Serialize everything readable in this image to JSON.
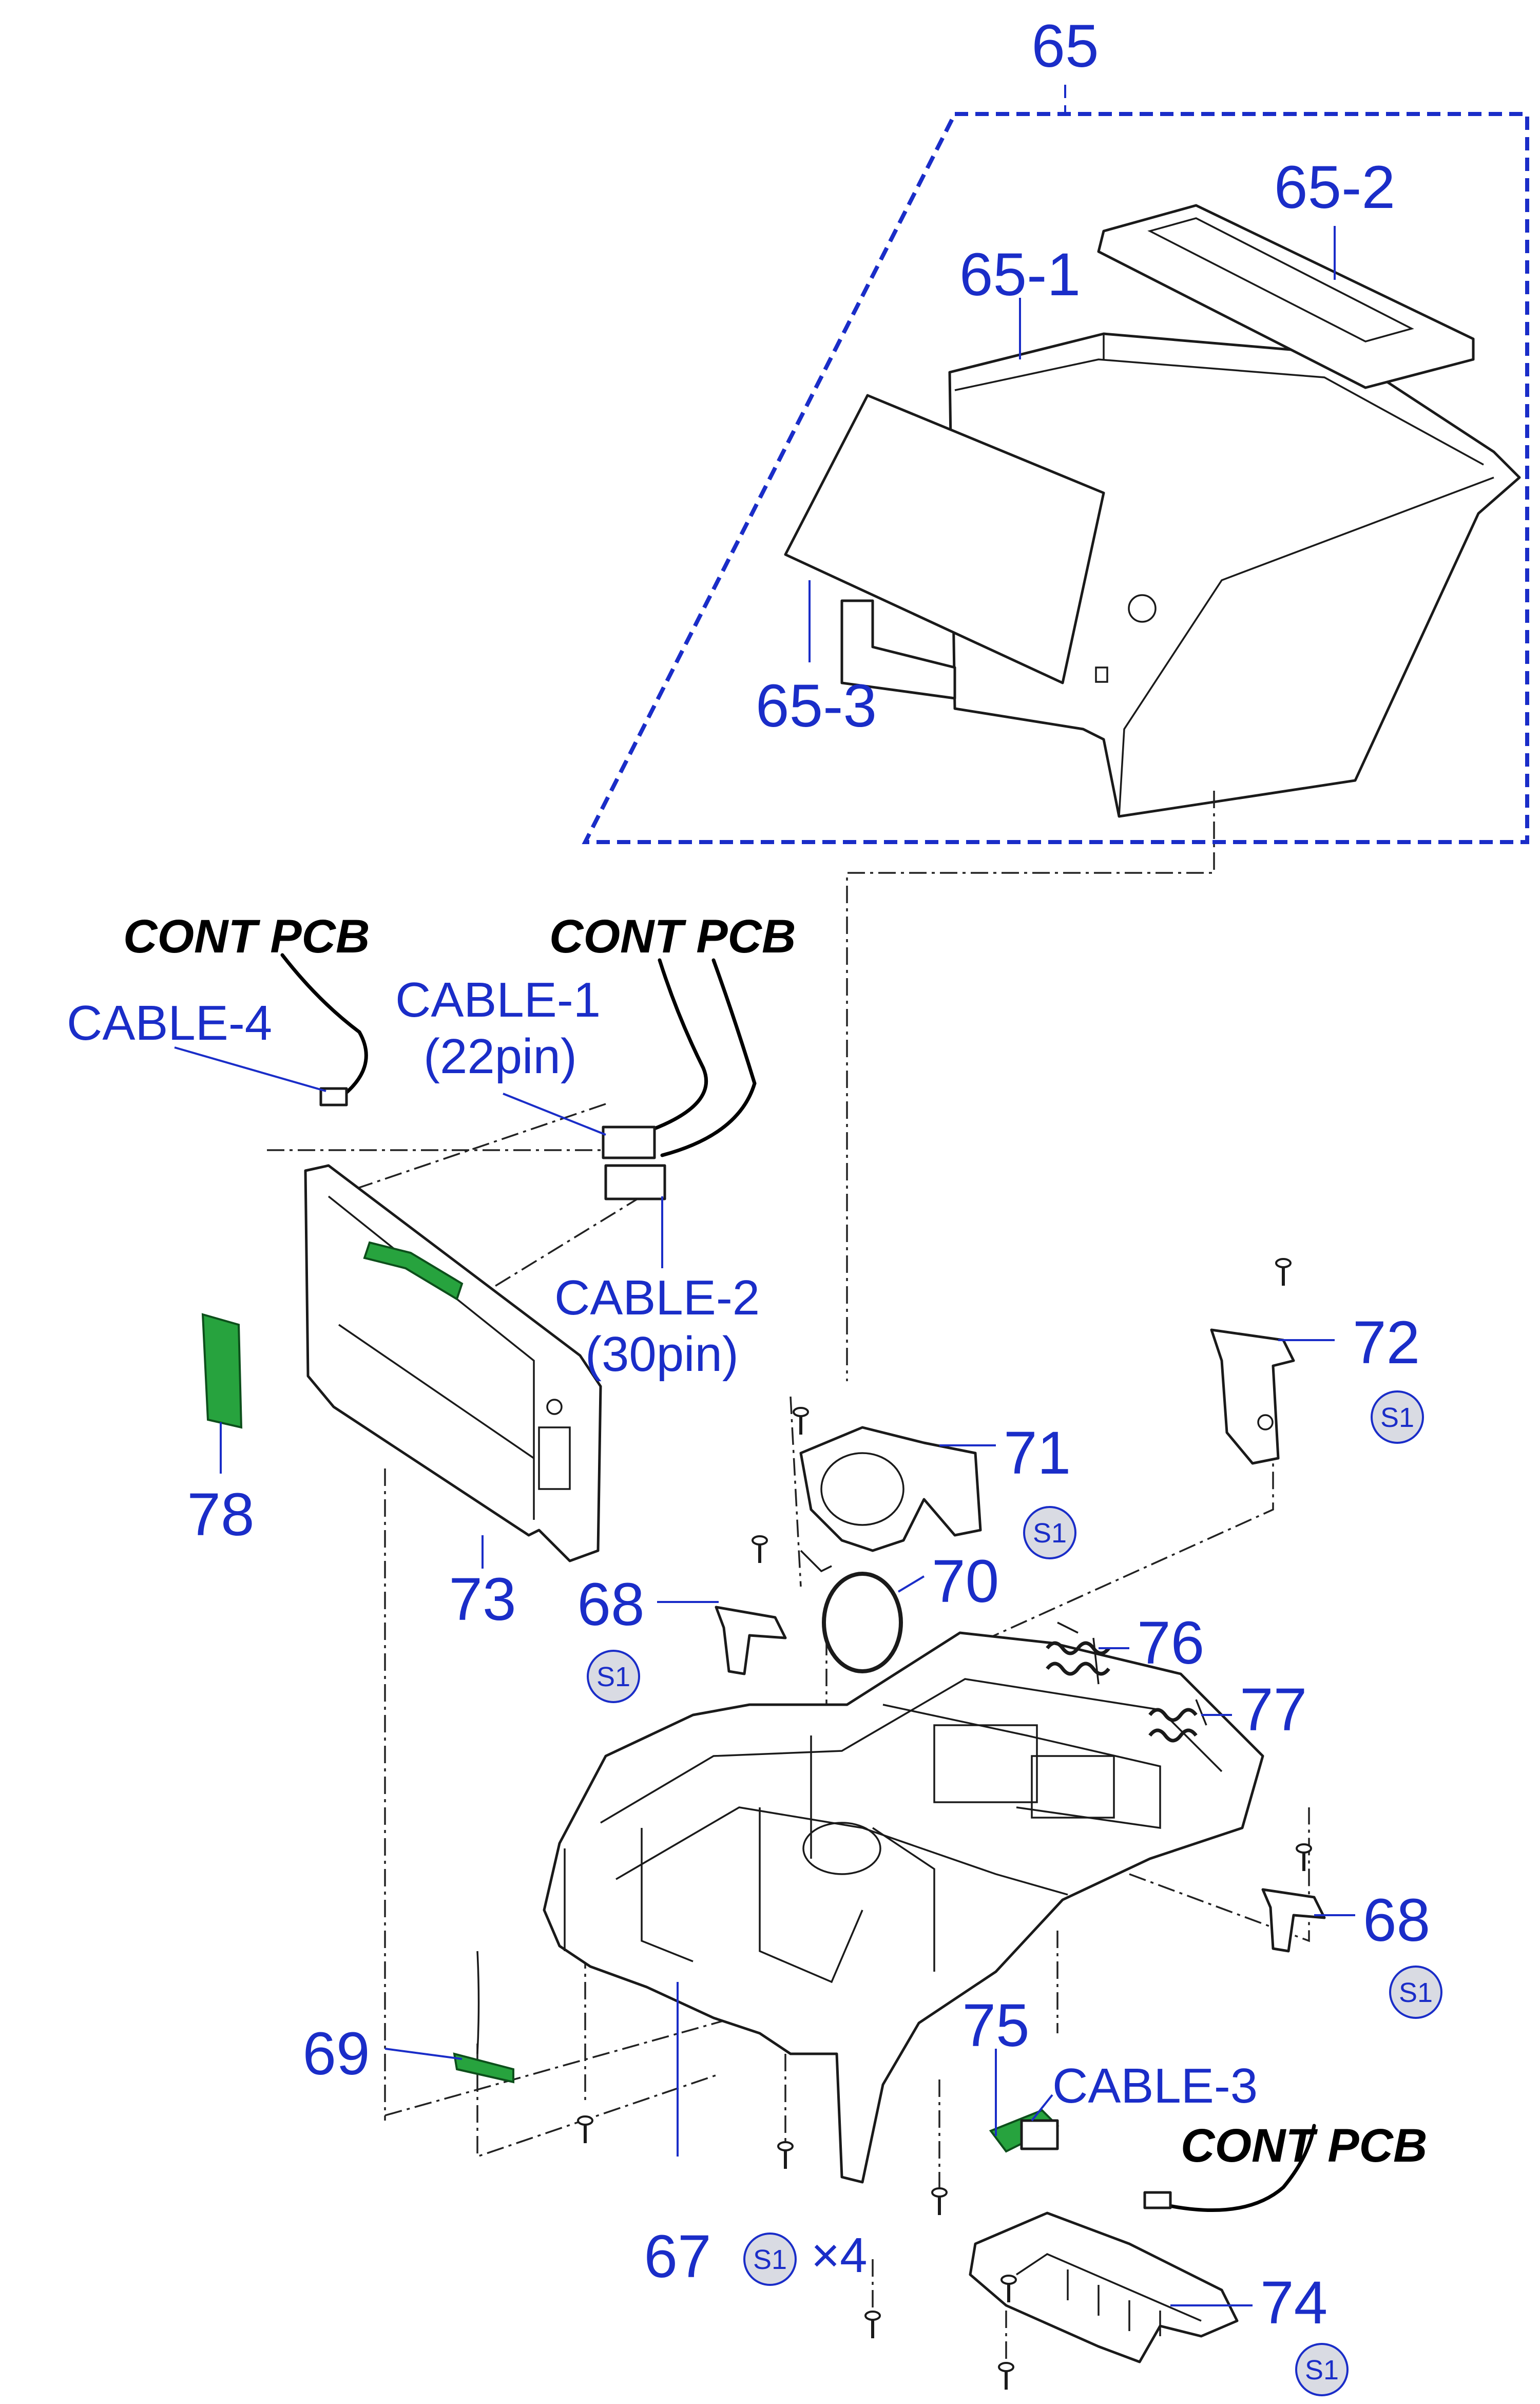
{
  "diagram": {
    "labels": {
      "p65": "65",
      "p65_1": "65-1",
      "p65_2": "65-2",
      "p65_3": "65-3",
      "p67": "67",
      "p68a": "68",
      "p68b": "68",
      "p69": "69",
      "p70": "70",
      "p71": "71",
      "p72": "72",
      "p73": "73",
      "p74": "74",
      "p75": "75",
      "p76": "76",
      "p77": "77",
      "p78": "78",
      "cable1": "CABLE-1",
      "cable1_pins": "(22pin)",
      "cable2": "CABLE-2",
      "cable2_pins": "(30pin)",
      "cable3": "CABLE-3",
      "cable4": "CABLE-4",
      "cont1": "CONT PCB",
      "cont2": "CONT PCB",
      "cont3": "CONT PCB",
      "quantity": "×4"
    },
    "screw_badge": "S1",
    "colors": {
      "label_blue": "#1a2dc8",
      "pcb_green": "#27a33e",
      "badge_fill": "#d9dbe3"
    }
  }
}
